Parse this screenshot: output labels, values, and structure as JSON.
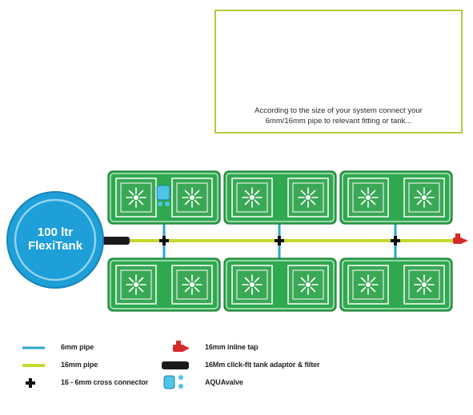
{
  "callout": {
    "description_line1": "According to the size of your system connect your",
    "description_line2": "6mm/16mm pipe to relevant fitting or tank..."
  },
  "flexitank": {
    "line1": "100 ltr",
    "line2": "FlexiTank"
  },
  "legend": {
    "pipe_6mm": "6mm pipe",
    "pipe_16mm": "16mm pipe",
    "cross_connector": "16 - 6mm cross connector",
    "inline_tap": "16mm inline tap",
    "tank_adaptor": "16Mm click-fit tank adaptor & filter",
    "aquavalve": "AQUAvalve"
  },
  "colors": {
    "pipe_6mm": "#2aa7c9",
    "pipe_16mm": "#c5d92a",
    "tray_green": "#2fa84f",
    "tank_blue": "#1e9fd8",
    "tap_red": "#d62a2a",
    "callout_border": "#b8c93a"
  },
  "icons": {
    "callout_fittings": [
      "click-fit-tank-adaptor-icon",
      "cross-connector-icon",
      "inline-connector-icon",
      "tee-connector-icon",
      "inline-tap-icon"
    ],
    "pot": "pot-icon"
  }
}
